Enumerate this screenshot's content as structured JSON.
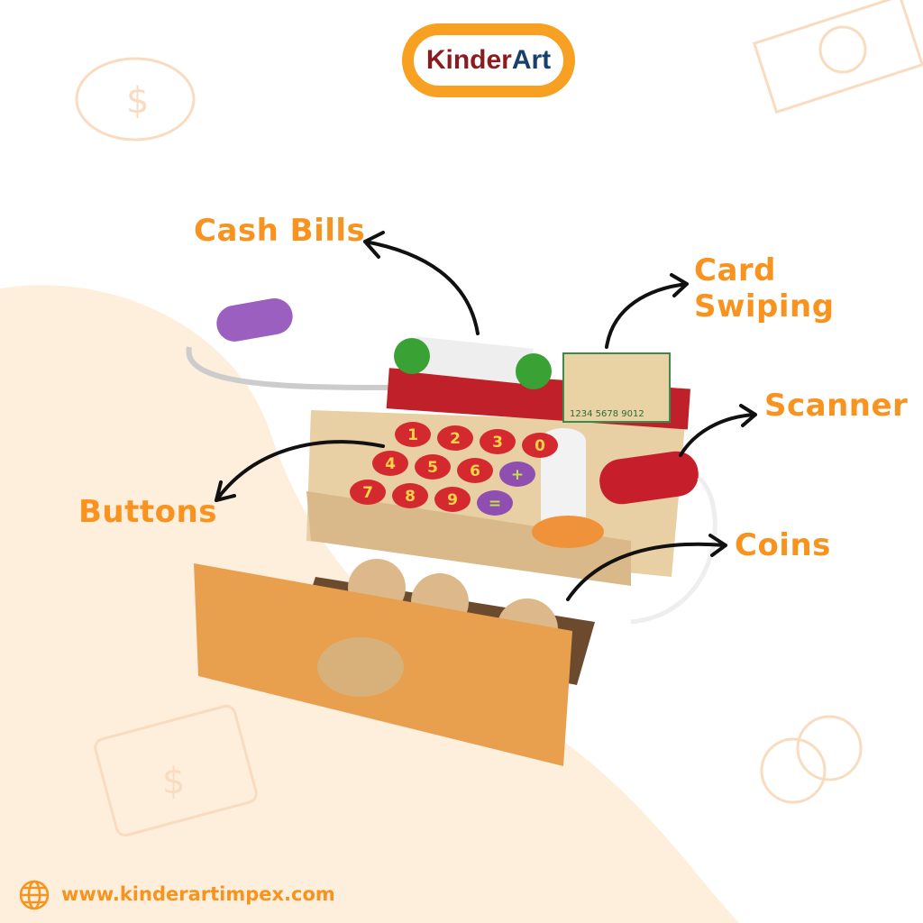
{
  "logo": {
    "part1": "Kinder",
    "part2": "Art"
  },
  "labels": {
    "cash_bills": "Cash Bills",
    "card_swiping": "Card Swiping",
    "scanner": "Scanner",
    "buttons": "Buttons",
    "coins": "Coins"
  },
  "product": {
    "keypad": [
      "1",
      "2",
      "3",
      "0",
      "4",
      "5",
      "6",
      "+",
      "7",
      "8",
      "9",
      "="
    ],
    "card_number": "1234 5678 9012"
  },
  "footer": {
    "url": "www.kinderartimpex.com"
  },
  "colors": {
    "accent": "#f7931e",
    "logo_red": "#8a1c1f",
    "logo_blue": "#17416b",
    "cream": "#fdefdc"
  }
}
